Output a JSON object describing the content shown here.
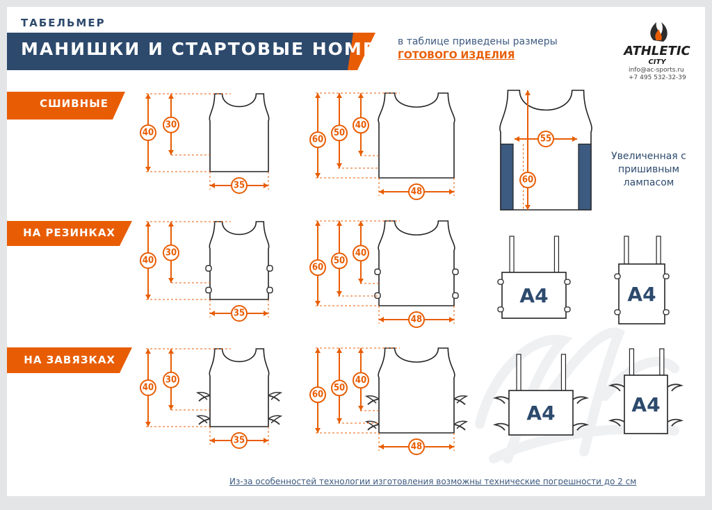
{
  "header": {
    "subtitle": "ТАБЕЛЬМЕР",
    "title": "МАНИШКИ И СТАРТОВЫЕ НОМЕРА",
    "note_line1": "в таблице приведены размеры",
    "note_line2": "ГОТОВОГО ИЗДЕЛИЯ"
  },
  "brand": {
    "logo_text": "ATHLETIC",
    "logo_sub": "CITY",
    "email": "info@ac-sports.ru",
    "phone": "+7 495 532-32-39"
  },
  "rows": [
    {
      "label": "СШИВНЫЕ"
    },
    {
      "label": "НА РЕЗИНКАХ"
    },
    {
      "label": "НА ЗАВЯЗКАХ"
    }
  ],
  "small_vest": {
    "height_full": "40",
    "height_armpit": "30",
    "width": "35"
  },
  "large_vest": {
    "height_full": "60",
    "height_mid": "50",
    "height_armpit": "40",
    "width": "48"
  },
  "enlarged_vest": {
    "width": "55",
    "height": "60",
    "caption": "Увеличенная с пришивным лампасом"
  },
  "number_bib": {
    "label": "A4"
  },
  "footer": {
    "note": "Из-за особенностей технологии изготовления возможны технические погрешности до 2 см"
  },
  "colors": {
    "accent": "#e85d04",
    "navy": "#2d4a6d",
    "stripe": "#3d5a80"
  }
}
